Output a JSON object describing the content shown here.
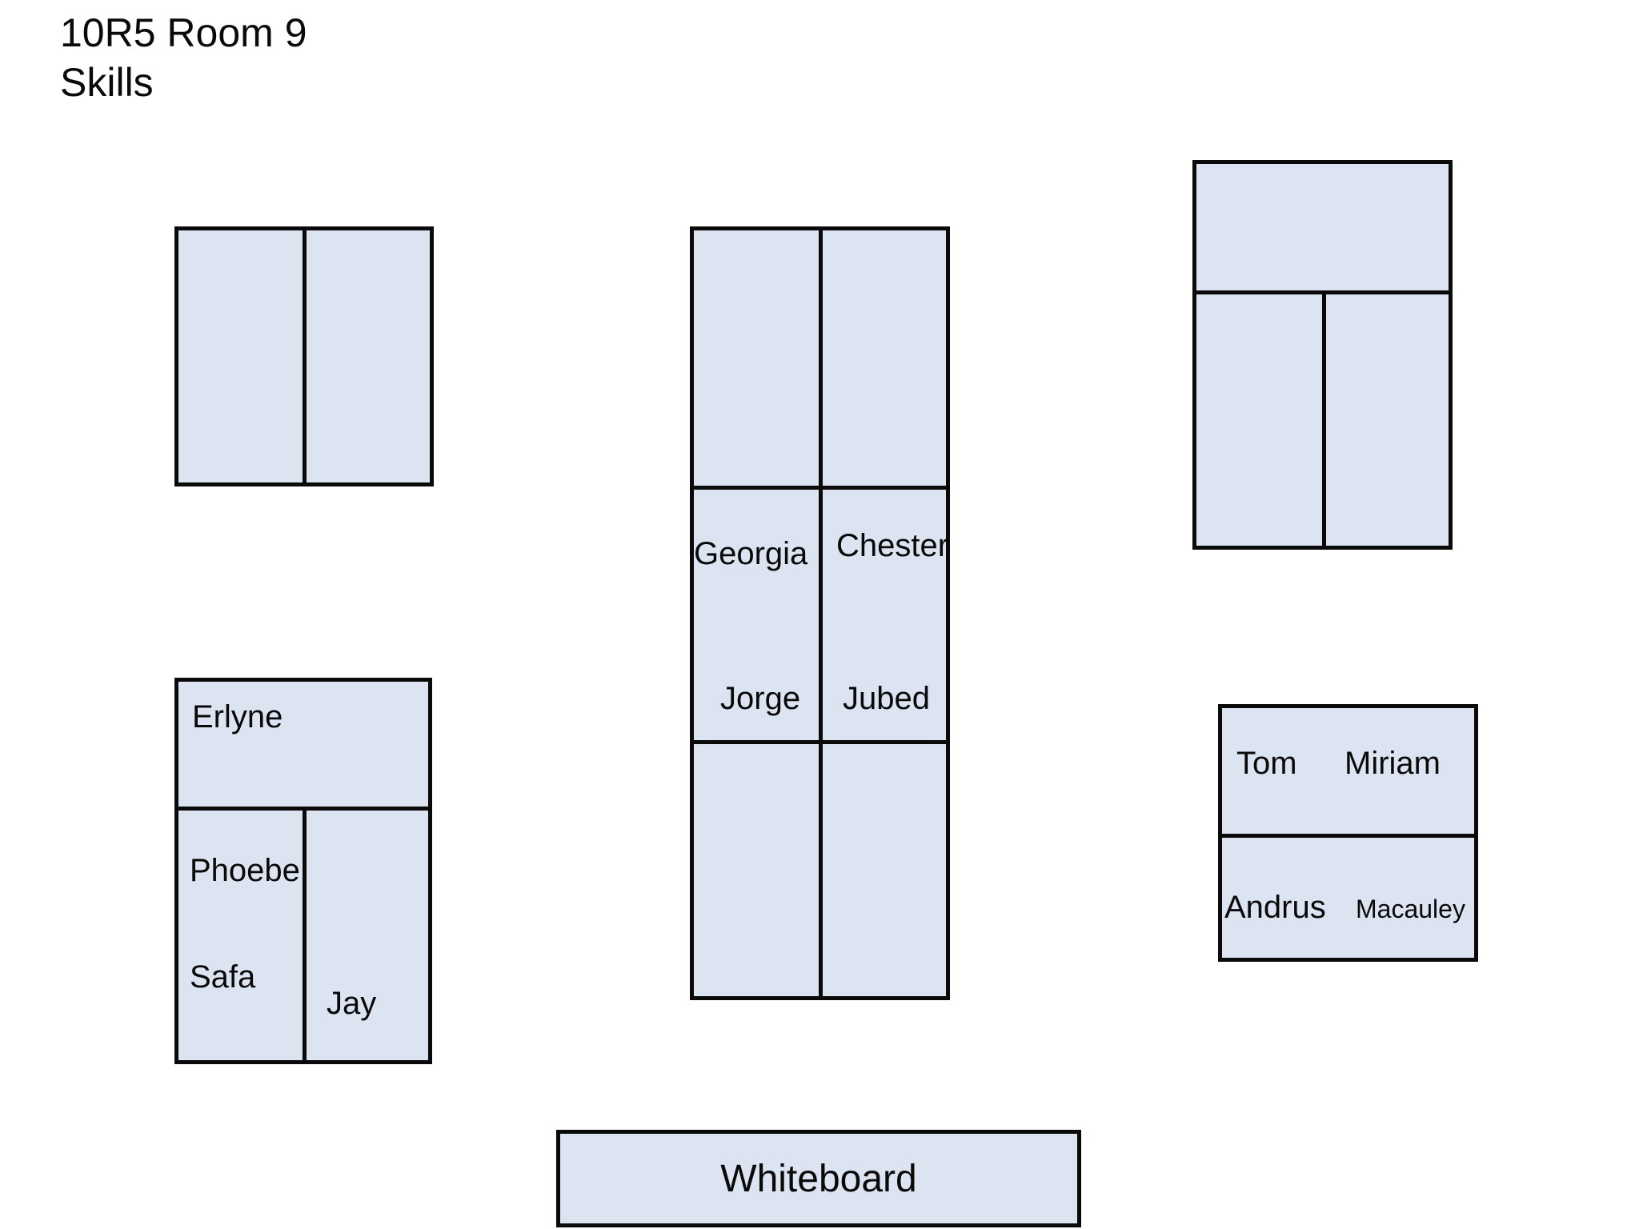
{
  "title": {
    "line1": "10R5 Room 9",
    "line2": "Skills"
  },
  "colors": {
    "desk_fill": "#dde4f1",
    "desk_border": "#0a0a0a",
    "page_background": "#ffffff",
    "text": "#0a0a0a"
  },
  "desks": {
    "top_left_double": {
      "description": "two-seat desk, unoccupied",
      "occupants": []
    },
    "middle_block": {
      "description": "long double-column desk block, names in middle section",
      "left_top": "Georgia",
      "right_top": "Chester",
      "left_bottom": "Jorge",
      "right_bottom": "Jubed"
    },
    "top_right_block": {
      "description": "desk block with top bar and two cells, unoccupied",
      "occupants": []
    },
    "bottom_left_block": {
      "top": "Erlyne",
      "left_upper": "Phoebe",
      "left_lower": "Safa",
      "right": "Jay"
    },
    "bottom_right_block": {
      "top_left": "Tom",
      "top_right": "Miriam",
      "bottom_left": "Andrus",
      "bottom_right": "Macauley"
    }
  },
  "whiteboard": {
    "label": "Whiteboard"
  }
}
